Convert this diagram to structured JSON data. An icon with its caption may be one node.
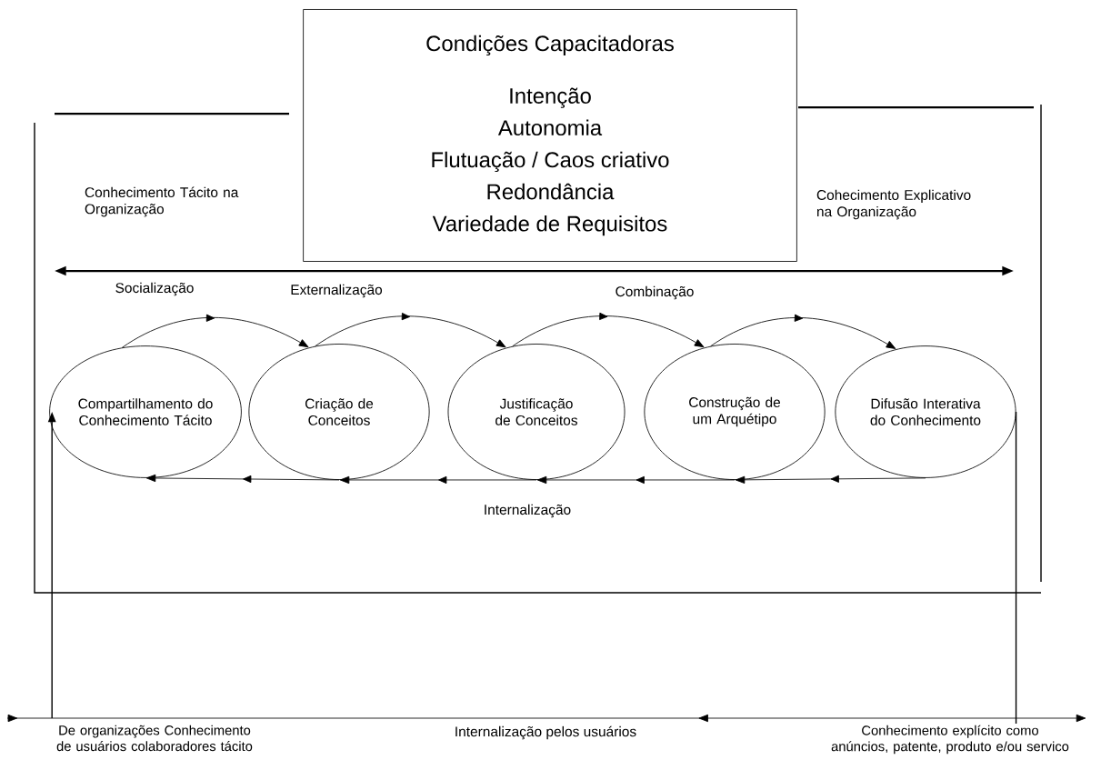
{
  "diagram": {
    "nodes": [
      {
        "text": [
          "Condições Capacitadoras",
          "Intenção",
          "Autonomia",
          "Flutuação / Caos criativo",
          "Redondância",
          "Variedade de Requisitos"
        ]
      },
      {
        "text": [
          "Compartilhamento do Conhecimento Tácito"
        ]
      },
      {
        "text": [
          "Criação de Conceitos"
        ]
      },
      {
        "text": [
          "Justificação de Conceitos"
        ]
      },
      {
        "text": [
          "Construção de um Arquétipo"
        ]
      },
      {
        "text": [
          "Difusão Interativa do Conhecimento"
        ]
      },
      {
        "text": [
          "De organizações Conhecimento de usuários colaboradores tácito"
        ]
      },
      {
        "text": [
          "Conhecimento explícito como anúncios, patente, produto e/ou servico"
        ]
      }
    ],
    "edges": [
      {
        "from": 1,
        "to": 2,
        "arrow": "to"
      },
      {
        "from": 2,
        "to": 3,
        "arrow": "to"
      },
      {
        "from": 3,
        "to": 4,
        "arrow": "to"
      },
      {
        "from": 4,
        "to": 5,
        "arrow": "to"
      },
      {
        "from": 5,
        "to": 4,
        "arrow": "to"
      },
      {
        "from": 4,
        "to": 3,
        "arrow": "to"
      },
      {
        "from": 3,
        "to": 2,
        "arrow": "to"
      },
      {
        "from": 2,
        "to": 1,
        "arrow": "to"
      },
      {
        "from": 6,
        "to": 1,
        "arrow": "to"
      },
      {
        "from": 5,
        "to": 7,
        "arrow": "none"
      }
    ],
    "labels": [
      "Conhecimento Tácito na Organização",
      "Cohecimento Explicativo na Organização",
      "Socialização",
      "Externalização",
      "Combinação",
      "Internalização",
      "Internalização pelos usuários"
    ]
  }
}
